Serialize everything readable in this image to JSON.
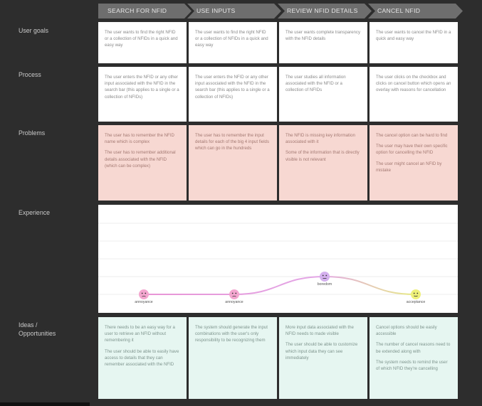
{
  "stages": [
    "SEARCH FOR NFID",
    "USE INPUTS",
    "REVIEW NFID DETAILS",
    "CANCEL NFID"
  ],
  "rows": {
    "user_goals": "User goals",
    "process": "Process",
    "problems": "Problems",
    "experience": "Experience",
    "ideas": "Ideas / Opportunities"
  },
  "user_goals": [
    [
      "The user wants to find the right NFID or a collection of NFIDs in a quick and easy way"
    ],
    [
      "The user wants to find the right NFID or a collection of NFIDs in a quick and easy way"
    ],
    [
      "The user wants complete transparency with the NFID details"
    ],
    [
      "The user wants to cancel the NFID in a quick and easy way"
    ]
  ],
  "process": [
    [
      "The user enters the NFID or any other input associated with the NFID in the search bar (this applies to a single or a collection of NFIDs)"
    ],
    [
      "The user enters the NFID or any other input associated with the NFID in the search bar (this applies to a single or a collection of NFIDs)"
    ],
    [
      "The user studies all information associated with the NFID or a collection of NFIDs"
    ],
    [
      "The user clicks on the checkbox and clicks on cancel button which opens an overlay with reasons for cancellation"
    ]
  ],
  "problems": [
    [
      "The user has to remember the NFID name which is complex",
      "The user has to remember additional details associated with the NFID (which can be complex)"
    ],
    [
      "The user has to remember the input details for each of the big 4 input fields which can go in the hundreds"
    ],
    [
      "The NFID is missing key information associated with it",
      "Some of the information that is directly visible is not relevant"
    ],
    [
      "The cancel option can be hard to find",
      "The user may have their own specific option for cancelling the NFID",
      "The user might cancel an NFID by mistake"
    ]
  ],
  "experience": {
    "points": [
      {
        "label": "annoyance",
        "level": 1,
        "color": "#f4a6cf"
      },
      {
        "label": "annoyance",
        "level": 1,
        "color": "#f4a6cf"
      },
      {
        "label": "boredom",
        "level": 2,
        "color": "#d4b0ee"
      },
      {
        "label": "acceptance",
        "level": 1,
        "color": "#eef07a"
      }
    ],
    "line_color_start": "#e895d6",
    "line_color_end": "#e7ec86"
  },
  "ideas": [
    [
      "There needs to be an easy way for a user to retrieve an NFID without remembering it",
      "The user should be able to easily have access to details that they can remember associated with the NFID"
    ],
    [
      "The system should generate the input combinations with the user's only responsibility to be recognizing them"
    ],
    [
      "More input data associated with the NFID needs to made visible",
      "The user should be able to customize which input data they can see immediately"
    ],
    [
      "Cancel options should be easily accessible",
      "The number of cancel reasons need to be extended along with",
      "The system needs to remind the user of which NFID they're cancelling"
    ]
  ],
  "colors": {
    "background": "#2d2d2d",
    "stage": "#6e6e6e",
    "problem_card": "#f7d8d2",
    "idea_card": "#e6f6f1"
  }
}
